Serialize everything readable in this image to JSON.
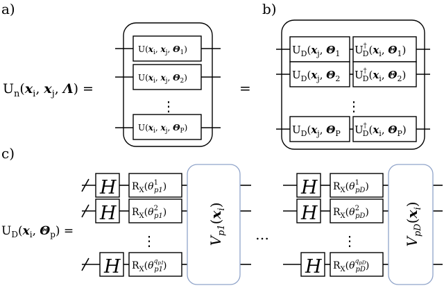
{
  "panel_labels": {
    "a": "a)",
    "b": "b)",
    "c": "c)"
  },
  "panel_a": {
    "lhs": "U_n(x_i, x_j, Λ) =",
    "gates": [
      "U(x_i, x_j, Θ_1)",
      "U(x_i, x_j, Θ_2)",
      "U(x_i, x_j, Θ_P)"
    ],
    "ellipsis": "⋮"
  },
  "equals": "=",
  "panel_b": {
    "rows": [
      {
        "left": "U_D(x_j, Θ_1)",
        "right": "U_D†(x_i, Θ_1)"
      },
      {
        "left": "U_D(x_j, Θ_2)",
        "right": "U_D†(x_i, Θ_2)"
      },
      {
        "left": "U_D(x_j, Θ_P)",
        "right": "U_D†(x_i, Θ_P)"
      }
    ],
    "ellipsis": "⋮"
  },
  "panel_c": {
    "lhs": "U_D(x_i, Θ_p) =",
    "hadamard": "H",
    "block1": {
      "rx": [
        "R_X(θ_p1^1)",
        "R_X(θ_p1^2)",
        "R_X(θ_p1^q_p1)"
      ],
      "v": "V_p1(x_i)"
    },
    "middle_ellipsis": "…",
    "block2": {
      "rx": [
        "R_X(θ_pD^1)",
        "R_X(θ_pD^2)",
        "R_X(θ_pD^q_pD)"
      ],
      "v": "V_pD(x_i)"
    }
  }
}
